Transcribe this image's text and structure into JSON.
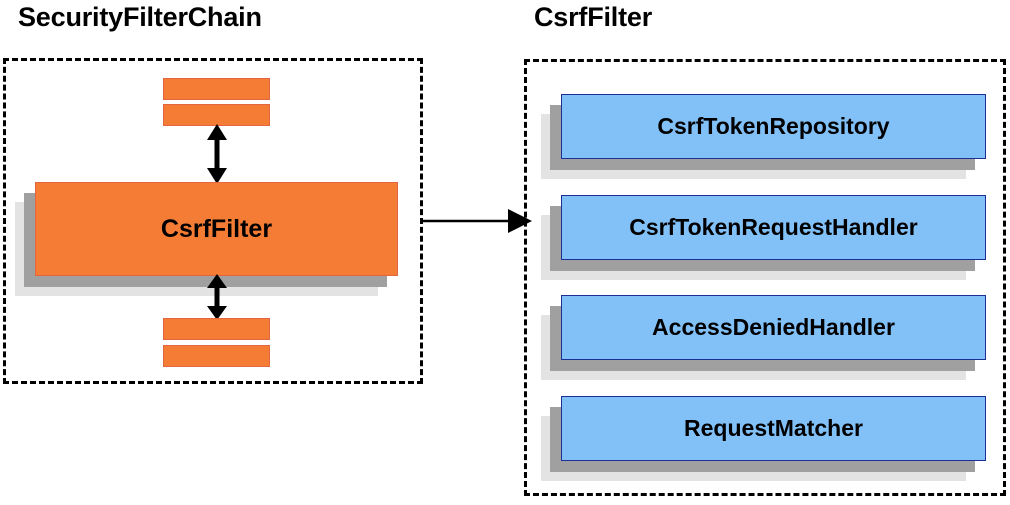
{
  "diagram": {
    "title_text_color": "#000000",
    "background": "#ffffff",
    "accent_orange": "#f47c35",
    "accent_blue": "#82c0f8",
    "blue_border": "#1b2f96",
    "shadow_mid": "#a0a0a0",
    "shadow_back": "#e3e3e3",
    "stroke_black": "#000000"
  },
  "left_panel": {
    "title": "SecurityFilterChain",
    "main_box": {
      "label": "CsrfFilter"
    },
    "filter_bars": [
      {
        "name": "filter-bar-top-1"
      },
      {
        "name": "filter-bar-top-2"
      },
      {
        "name": "filter-bar-bottom-1"
      },
      {
        "name": "filter-bar-bottom-2"
      }
    ],
    "arrows": [
      {
        "name": "bidirectional-arrow-up",
        "kind": "double-headed-vertical"
      },
      {
        "name": "bidirectional-arrow-down",
        "kind": "double-headed-vertical"
      }
    ]
  },
  "connector": {
    "name": "csrffilter-to-detail-arrow",
    "kind": "single-headed-horizontal"
  },
  "right_panel": {
    "title": "CsrfFilter",
    "collaborators": [
      {
        "label": "CsrfTokenRepository"
      },
      {
        "label": "CsrfTokenRequestHandler"
      },
      {
        "label": "AccessDeniedHandler"
      },
      {
        "label": "RequestMatcher"
      }
    ]
  }
}
